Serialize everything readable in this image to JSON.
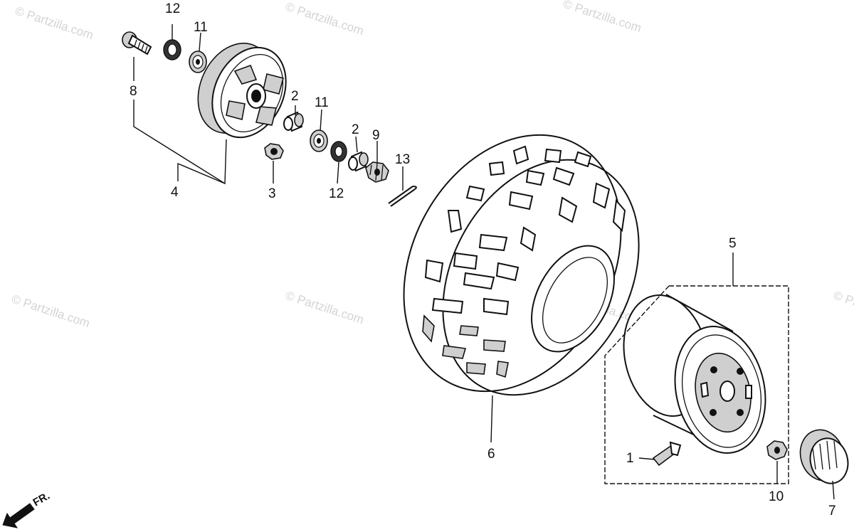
{
  "watermark": {
    "text": "© Partzilla.com",
    "color": "#d4d4d4"
  },
  "callouts": [
    {
      "id": "12a",
      "label": "12"
    },
    {
      "id": "11a",
      "label": "11"
    },
    {
      "id": "8",
      "label": "8"
    },
    {
      "id": "4",
      "label": "4"
    },
    {
      "id": "2a",
      "label": "2"
    },
    {
      "id": "11b",
      "label": "11"
    },
    {
      "id": "2b",
      "label": "2"
    },
    {
      "id": "9",
      "label": "9"
    },
    {
      "id": "13",
      "label": "13"
    },
    {
      "id": "3",
      "label": "3"
    },
    {
      "id": "12b",
      "label": "12"
    },
    {
      "id": "5",
      "label": "5"
    },
    {
      "id": "6",
      "label": "6"
    },
    {
      "id": "1",
      "label": "1"
    },
    {
      "id": "10",
      "label": "10"
    },
    {
      "id": "7",
      "label": "7"
    }
  ],
  "direction_arrow": {
    "label": "FR.",
    "icon": "front-direction-arrow-icon"
  },
  "parts": [
    {
      "name": "bolt-icon",
      "callout": "8"
    },
    {
      "name": "seal-icon",
      "callout": "12"
    },
    {
      "name": "bearing-icon",
      "callout": "11"
    },
    {
      "name": "brake-drum-hub-icon",
      "callout": "4"
    },
    {
      "name": "spacer-icon",
      "callout": "2"
    },
    {
      "name": "nut-icon",
      "callout": "3"
    },
    {
      "name": "castle-nut-icon",
      "callout": "9"
    },
    {
      "name": "cotter-pin-icon",
      "callout": "13"
    },
    {
      "name": "tire-icon",
      "callout": "6"
    },
    {
      "name": "rim-icon",
      "callout": "5"
    },
    {
      "name": "valve-stem-icon",
      "callout": "1"
    },
    {
      "name": "lug-nut-icon",
      "callout": "10"
    },
    {
      "name": "hub-cap-icon",
      "callout": "7"
    }
  ]
}
